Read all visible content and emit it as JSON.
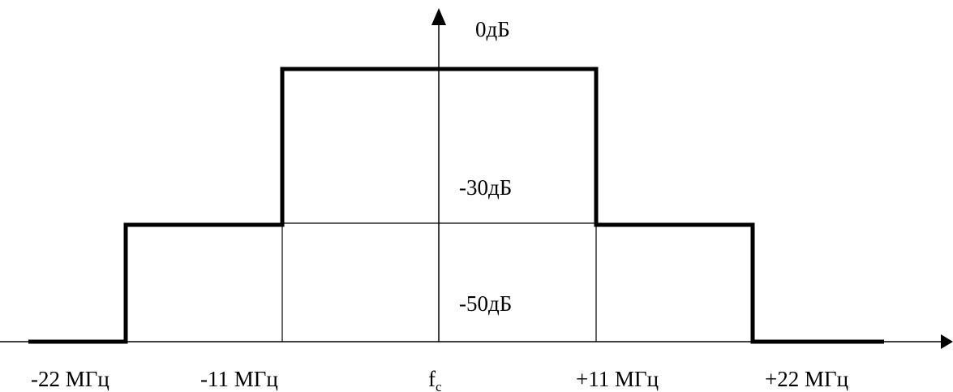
{
  "labels": {
    "level_0": "0дБ",
    "level_30": "-30дБ",
    "level_50": "-50дБ"
  },
  "x_ticks": {
    "minus22": "-22 МГц",
    "minus11": "-11 МГц",
    "fc_main": "f",
    "fc_sub": "c",
    "plus11": "+11 МГц",
    "plus22": "+22 МГц"
  },
  "colors": {
    "line": "#000000",
    "background": "#ffffff"
  }
}
